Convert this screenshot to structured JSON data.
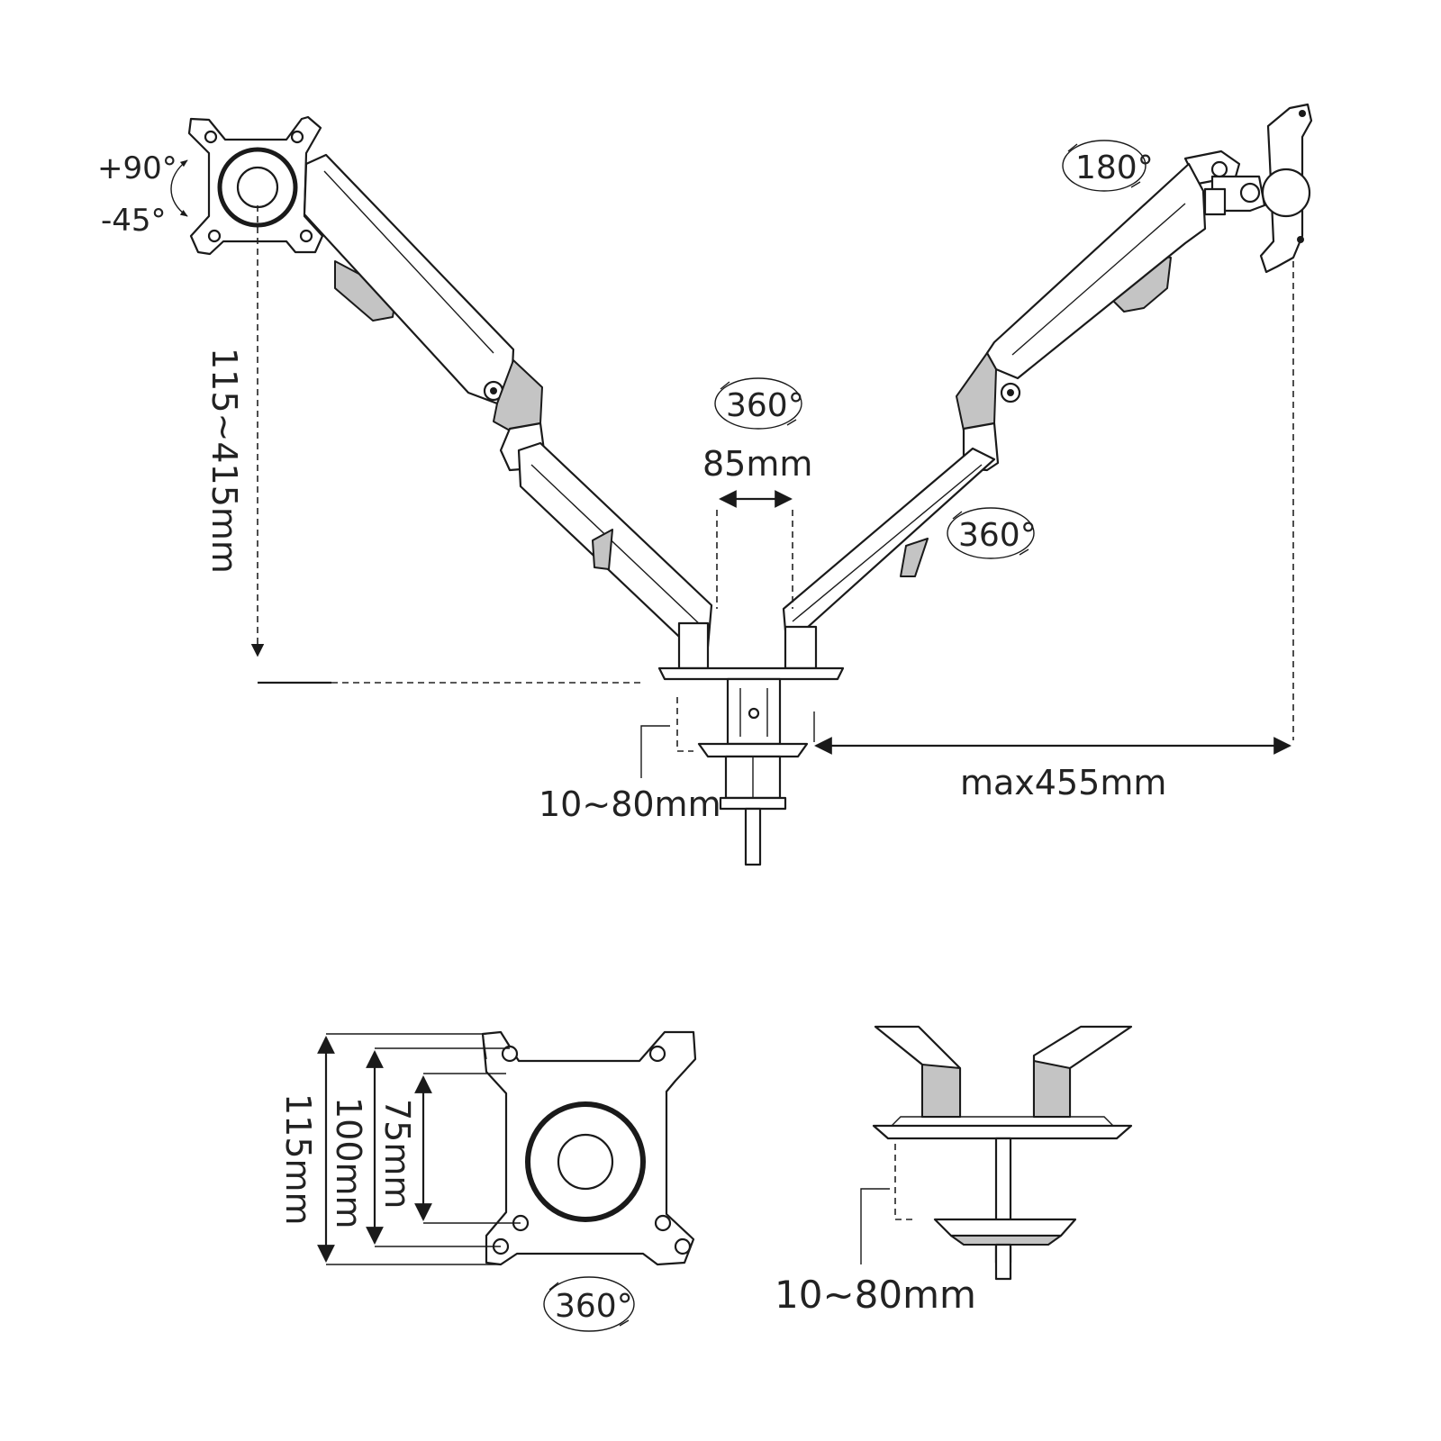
{
  "top_view": {
    "tilt_up": "+90°",
    "tilt_down": "-45°",
    "height_range": "115~415mm",
    "swivel_top_right": "180°",
    "swivel_center": "360°",
    "swivel_arm_right": "360°",
    "pole_gap": "85mm",
    "desk_thickness": "10~80mm",
    "max_reach": "max455mm"
  },
  "vesa_detail": {
    "size_large": "115mm",
    "size_medium": "100mm",
    "size_small": "75mm",
    "rotation": "360°"
  },
  "clamp_detail": {
    "desk_thickness": "10~80mm"
  }
}
